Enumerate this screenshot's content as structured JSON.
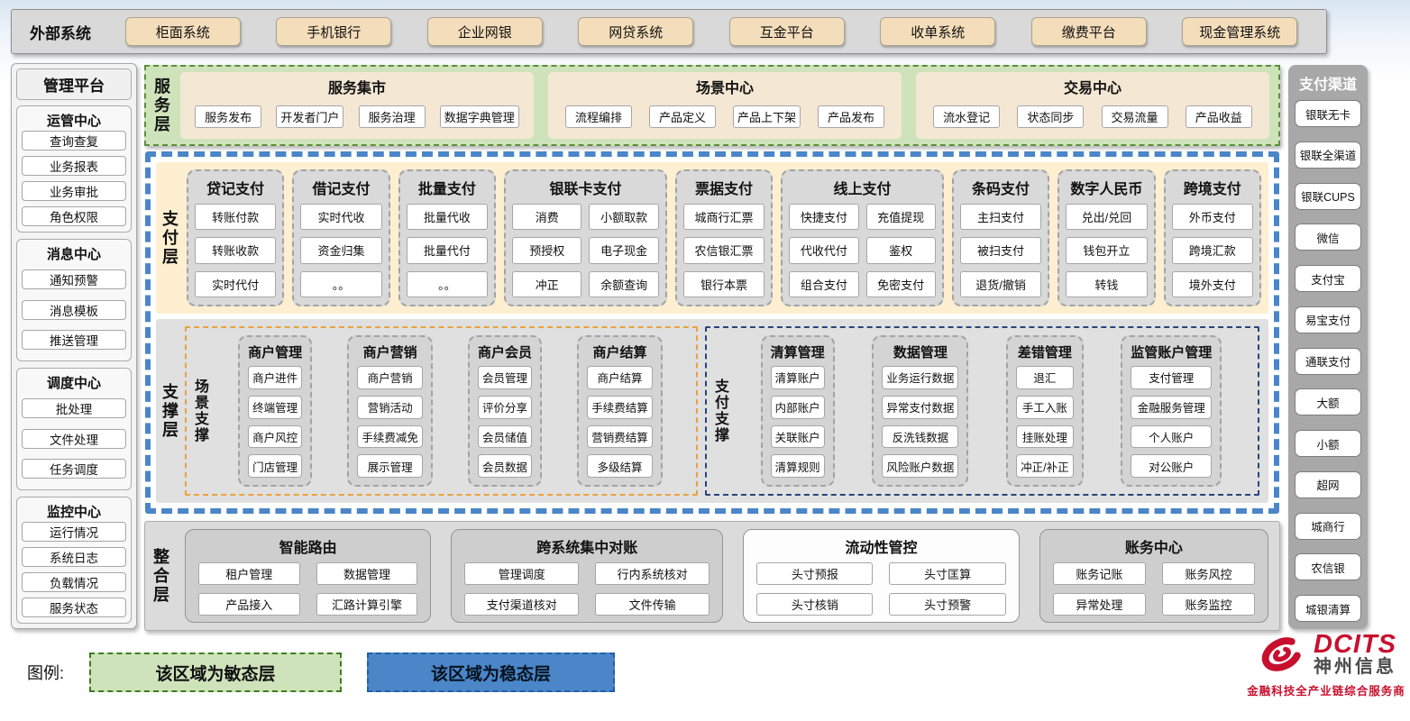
{
  "colors": {
    "agile_green_bg": "#cfe3bb",
    "agile_green_border": "#5a8f3c",
    "stable_blue": "#4a86c8",
    "payment_cream": "#fdefd0",
    "tan": "#f4ddba",
    "orange_border": "#e8a33d",
    "navy_border": "#27457a",
    "brand_red": "#c8102e"
  },
  "external_systems": {
    "label": "外部系统",
    "items": [
      "柜面系统",
      "手机银行",
      "企业网银",
      "网贷系统",
      "互金平台",
      "收单系统",
      "缴费平台",
      "现金管理系统"
    ]
  },
  "management_platform": {
    "title": "管理平台",
    "groups": [
      {
        "title": "运管中心",
        "items": [
          "查询查复",
          "业务报表",
          "业务审批",
          "角色权限"
        ]
      },
      {
        "title": "消息中心",
        "items": [
          "通知预警",
          "消息模板",
          "推送管理"
        ]
      },
      {
        "title": "调度中心",
        "items": [
          "批处理",
          "文件处理",
          "任务调度"
        ]
      },
      {
        "title": "监控中心",
        "items": [
          "运行情况",
          "系统日志",
          "负载情况",
          "服务状态"
        ]
      }
    ]
  },
  "service_layer": {
    "label": "服务层",
    "panels": [
      {
        "title": "服务集市",
        "items": [
          "服务发布",
          "开发者门户",
          "服务治理",
          "数据字典管理"
        ]
      },
      {
        "title": "场景中心",
        "items": [
          "流程编排",
          "产品定义",
          "产品上下架",
          "产品发布"
        ]
      },
      {
        "title": "交易中心",
        "items": [
          "流水登记",
          "状态同步",
          "交易流量",
          "产品收益"
        ]
      }
    ]
  },
  "payment_layer": {
    "label": "支付层",
    "groups": [
      {
        "title": "贷记支付",
        "cols": 1,
        "items": [
          "转账付款",
          "转账收款",
          "实时代付"
        ]
      },
      {
        "title": "借记支付",
        "cols": 1,
        "items": [
          "实时代收",
          "资金归集",
          "。。"
        ]
      },
      {
        "title": "批量支付",
        "cols": 1,
        "items": [
          "批量代收",
          "批量代付",
          "。。"
        ]
      },
      {
        "title": "银联卡支付",
        "cols": 2,
        "items": [
          "消费",
          "小额取款",
          "预授权",
          "电子现金",
          "冲正",
          "余额查询"
        ]
      },
      {
        "title": "票据支付",
        "cols": 1,
        "items": [
          "城商行汇票",
          "农信银汇票",
          "银行本票"
        ]
      },
      {
        "title": "线上支付",
        "cols": 2,
        "items": [
          "快捷支付",
          "充值提现",
          "代收代付",
          "鉴权",
          "组合支付",
          "免密支付"
        ]
      },
      {
        "title": "条码支付",
        "cols": 1,
        "items": [
          "主扫支付",
          "被扫支付",
          "退货/撤销"
        ]
      },
      {
        "title": "数字人民币",
        "cols": 1,
        "items": [
          "兑出/兑回",
          "钱包开立",
          "转钱"
        ]
      },
      {
        "title": "跨境支付",
        "cols": 1,
        "items": [
          "外币支付",
          "跨境汇款",
          "境外支付"
        ]
      }
    ]
  },
  "support_layer": {
    "label": "支撑层",
    "scene_support": {
      "label": "场景支撑",
      "groups": [
        {
          "title": "商户管理",
          "items": [
            "商户进件",
            "终端管理",
            "商户风控",
            "门店管理"
          ]
        },
        {
          "title": "商户营销",
          "items": [
            "商户营销",
            "营销活动",
            "手续费减免",
            "展示管理"
          ]
        },
        {
          "title": "商户会员",
          "items": [
            "会员管理",
            "评价分享",
            "会员储值",
            "会员数据"
          ]
        },
        {
          "title": "商户结算",
          "items": [
            "商户结算",
            "手续费结算",
            "营销费结算",
            "多级结算"
          ]
        }
      ]
    },
    "payment_support": {
      "label": "支付支撑",
      "groups": [
        {
          "title": "清算管理",
          "items": [
            "清算账户",
            "内部账户",
            "关联账户",
            "清算规则"
          ]
        },
        {
          "title": "数据管理",
          "items": [
            "业务运行数据",
            "异常支付数据",
            "反洗钱数据",
            "风险账户数据"
          ]
        },
        {
          "title": "差错管理",
          "items": [
            "退汇",
            "手工入账",
            "挂账处理",
            "冲正/补正"
          ]
        },
        {
          "title": "监管账户管理",
          "items": [
            "支付管理",
            "金融服务管理",
            "个人账户",
            "对公账户"
          ]
        }
      ]
    }
  },
  "integration_layer": {
    "label": "整合层",
    "groups": [
      {
        "title": "智能路由",
        "white": false,
        "items": [
          "租户管理",
          "数据管理",
          "产品接入",
          "汇路计算引擎"
        ]
      },
      {
        "title": "跨系统集中对账",
        "white": false,
        "items": [
          "管理调度",
          "行内系统核对",
          "支付渠道核对",
          "文件传输"
        ]
      },
      {
        "title": "流动性管控",
        "white": true,
        "items": [
          "头寸预报",
          "头寸匡算",
          "头寸核销",
          "头寸预警"
        ]
      },
      {
        "title": "账务中心",
        "white": false,
        "items": [
          "账务记账",
          "账务风控",
          "异常处理",
          "账务监控"
        ]
      }
    ]
  },
  "payment_channels": {
    "title": "支付渠道",
    "items": [
      "银联无卡",
      "银联全渠道",
      "银联CUPS",
      "微信",
      "支付宝",
      "易宝支付",
      "通联支付",
      "大额",
      "小额",
      "超网",
      "城商行",
      "农信银",
      "城银清算"
    ]
  },
  "legend": {
    "label": "图例:",
    "agile": "该区域为敏态层",
    "stable": "该区域为稳态层"
  },
  "logo": {
    "brand": "DCITS",
    "company": "神州信息",
    "tagline": "金融科技全产业链综合服务商"
  }
}
